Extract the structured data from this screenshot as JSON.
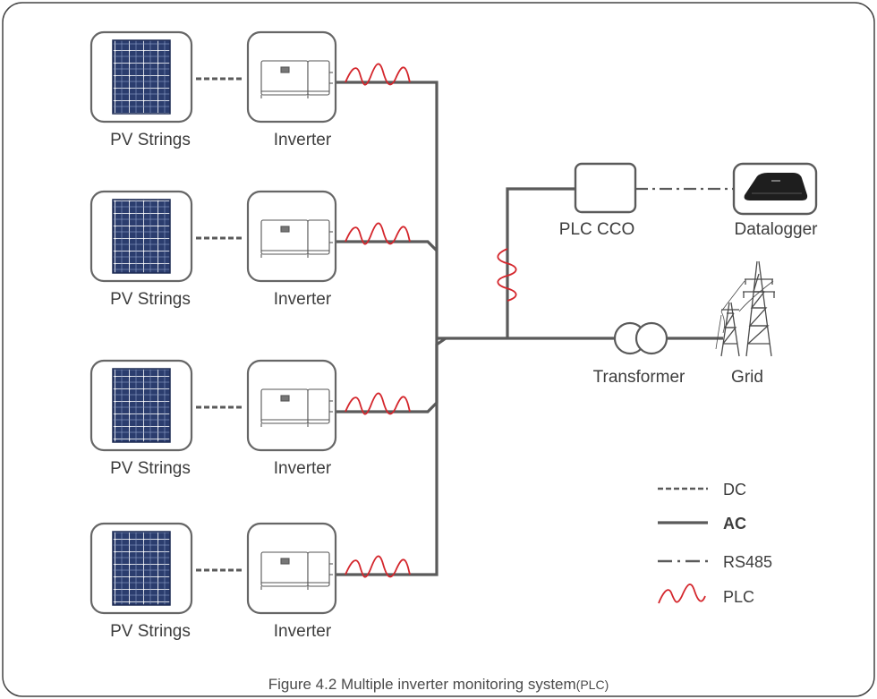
{
  "rows": [
    {
      "pv_label": "PV Strings",
      "inverter_label": "Inverter"
    },
    {
      "pv_label": "PV Strings",
      "inverter_label": "Inverter"
    },
    {
      "pv_label": "PV Strings",
      "inverter_label": "Inverter"
    },
    {
      "pv_label": "PV Strings",
      "inverter_label": "Inverter"
    }
  ],
  "devices": {
    "plc_cco": "PLC CCO",
    "datalogger": "Datalogger",
    "transformer": "Transformer",
    "grid": "Grid"
  },
  "legend": {
    "dc": "DC",
    "ac": "AC",
    "rs485": "RS485",
    "plc": "PLC"
  },
  "caption": {
    "main": "Figure 4.2 Multiple inverter monitoring system",
    "suffix": "(PLC)"
  },
  "colors": {
    "line": "#5a5a5a",
    "box_border": "#666666",
    "panel_cell": "#2b3d6e",
    "panel_grid": "#ffffff",
    "wave": "#d4262c",
    "frame": "#444444"
  }
}
